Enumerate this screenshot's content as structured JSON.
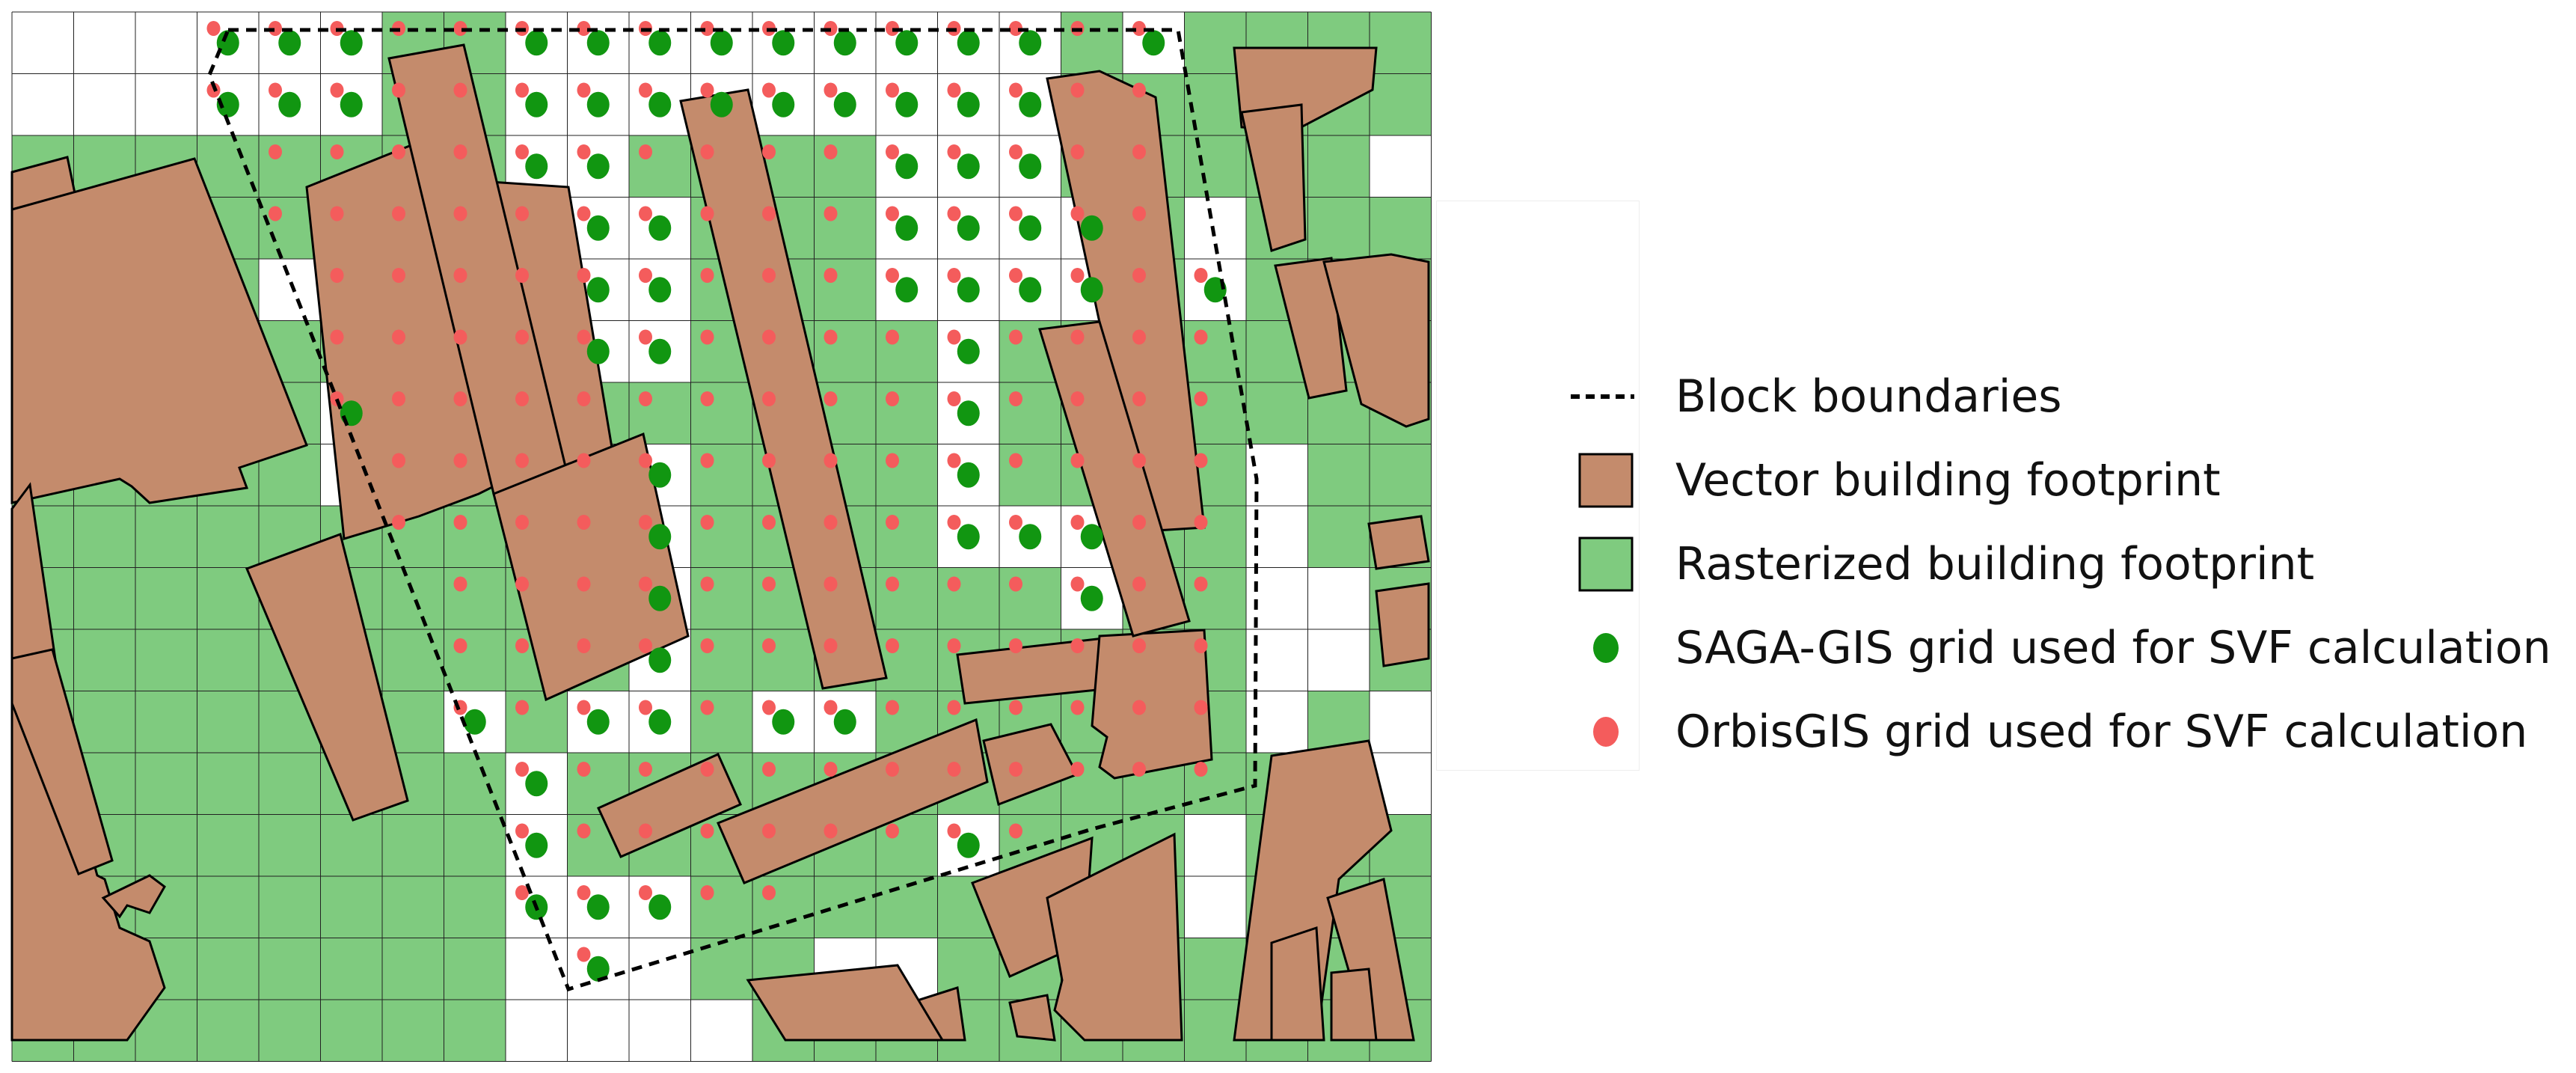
{
  "colors": {
    "raster_fill": "#7fcb7f",
    "vector_fill": "#c48b6c",
    "saga_point": "#119611",
    "orbis_point": "#f45c5c",
    "grid_line": "#222222",
    "boundary": "#000000"
  },
  "legend": {
    "items": [
      {
        "label": "Block boundaries",
        "symbol": "dashed-line"
      },
      {
        "label": "Vector building footprint",
        "symbol": "brown-square"
      },
      {
        "label": "Rasterized building footprint",
        "symbol": "green-square"
      },
      {
        "label": "SAGA-GIS grid used for SVF calculation",
        "symbol": "green-dot"
      },
      {
        "label": "OrbisGIS grid used for SVF calculation",
        "symbol": "red-dot"
      }
    ]
  }
}
